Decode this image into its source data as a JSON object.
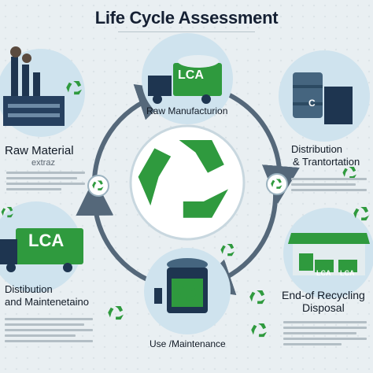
{
  "title": "Life Cycle Assessment",
  "center": {
    "icon": "recycle-icon"
  },
  "stages": [
    {
      "id": "raw-material",
      "label": "Raw Material",
      "sublabel": "extraz"
    },
    {
      "id": "raw-manufacturing",
      "label": "Raw Manufacturion",
      "badge": "LCA"
    },
    {
      "id": "distribution-top",
      "label_line1": "Distribution",
      "label_line2": "& Trantortation",
      "badge": "C"
    },
    {
      "id": "distribution-left",
      "label_line1": "Distibution",
      "label_line2": "and Maintenetaino",
      "badge": "LCA"
    },
    {
      "id": "end-of-life",
      "label_line1": "End-of Recycling",
      "label_line2": "Disposal",
      "badge_1": "LCA",
      "badge_2": "LCA"
    },
    {
      "id": "use",
      "label": "Use /Maintenance"
    }
  ],
  "colors": {
    "accent_green": "#2f9a3e",
    "dark_green": "#1f7a2c",
    "arrow": "#55687a",
    "circle_fill": "#cfe3ee",
    "navy": "#1e3550"
  }
}
